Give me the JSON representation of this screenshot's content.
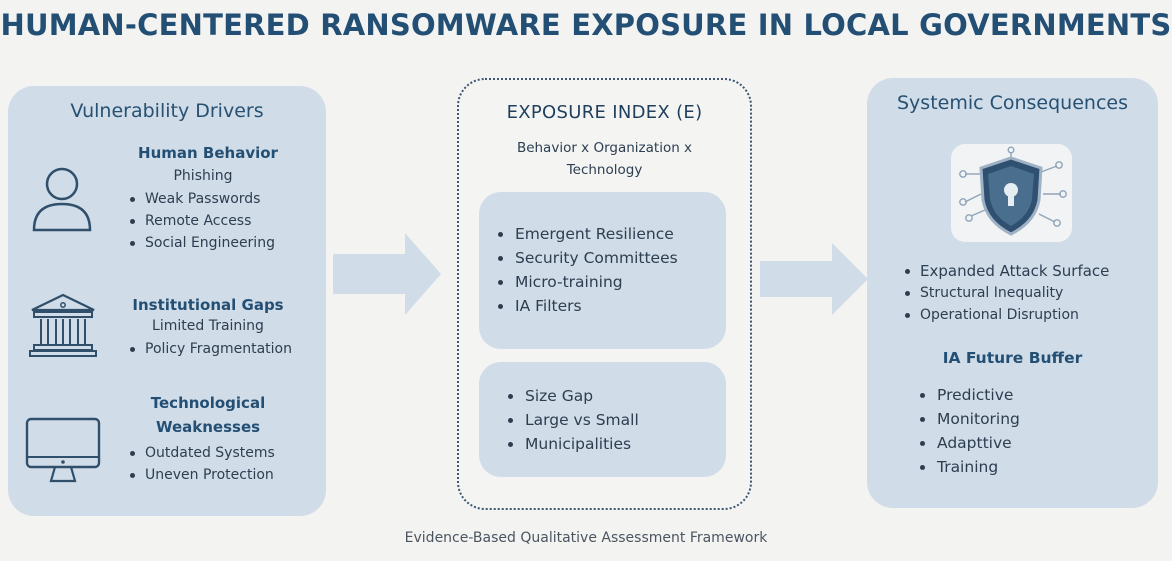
{
  "title": "HUMAN-CENTERED RANSOMWARE EXPOSURE IN LOCAL GOVERNMENTS",
  "left": {
    "heading": "Vulnerability Drivers",
    "human": {
      "icon": "person-icon",
      "title": "Human Behavior",
      "sub": "Phishing",
      "items": [
        "Weak Passwords",
        "Remote Access",
        "Social Engineering"
      ]
    },
    "institutional": {
      "icon": "institution-icon",
      "title": "Institutional Gaps",
      "sub": "Limited Training",
      "items": [
        "Policy Fragmentation"
      ]
    },
    "technological": {
      "icon": "monitor-icon",
      "title_line1": "Technological",
      "title_line2": "Weaknesses",
      "items": [
        "Outdated Systems",
        "Uneven Protection"
      ]
    }
  },
  "center": {
    "heading": "EXPOSURE INDEX (E)",
    "sub_line1": "Behavior x Organization x",
    "sub_line2": "Technology",
    "box1_items": [
      "Emergent Resilience",
      "Security Committees",
      "Micro-training",
      "IA Filters"
    ],
    "box2_items": [
      "Size Gap",
      "Large vs Small",
      "Municipalities"
    ]
  },
  "right": {
    "heading": "Systemic Consequences",
    "icon": "shield-network-icon",
    "items": [
      "Expanded Attack Surface",
      "Structural Inequality",
      "Operational Disruption"
    ],
    "buffer_title": "IA Future Buffer",
    "buffer_items": [
      "Predictive",
      "Monitoring",
      "Adapttive",
      "Training"
    ]
  },
  "footer": "Evidence-Based Qualitative Assessment Framework",
  "colors": {
    "title": "#244f74",
    "panel": "#d0dce7",
    "arrow": "#d0dce7",
    "text": "#2c3e50"
  }
}
